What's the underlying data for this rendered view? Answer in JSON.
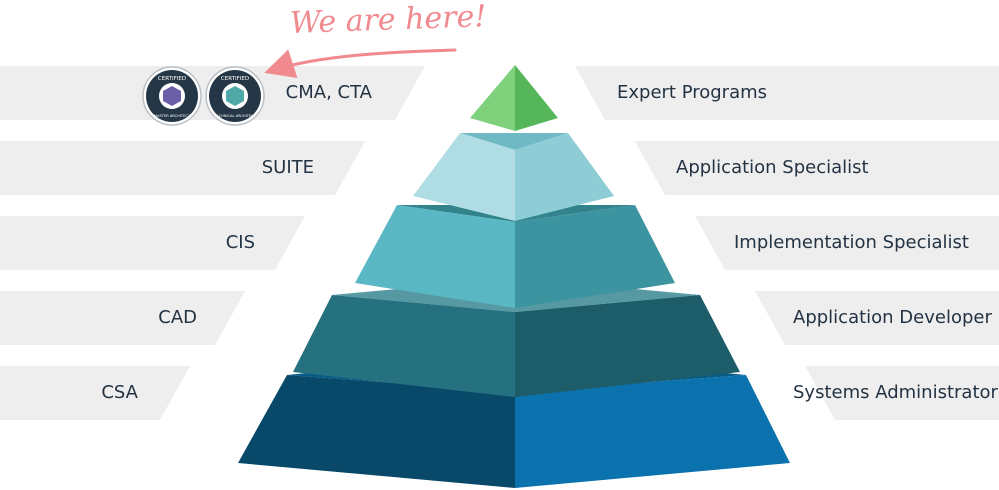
{
  "annotation": {
    "text": "We are here!"
  },
  "colors": {
    "band": "#eeeeee",
    "annotation": "#f08a8f",
    "text": "#233343",
    "badge_dark": "#253746",
    "badge_purple": "#6c5fa8",
    "badge_teal": "#4fa9a8"
  },
  "badges": [
    {
      "name": "master-architect-badge",
      "top_text": "CERTIFIED",
      "bottom_text": "MASTER ARCHITECT",
      "emblem_color": "#6c5fa8"
    },
    {
      "name": "technical-architect-badge",
      "top_text": "CERTIFIED",
      "bottom_text": "TECHNICAL ARCHITECT",
      "emblem_color": "#4fa9a8"
    }
  ],
  "levels": [
    {
      "left_label": "CMA, CTA",
      "right_label": "Expert Programs",
      "left_color": "#7fd17c",
      "right_color": "#56b75a"
    },
    {
      "left_label": "SUITE",
      "right_label": "Application Specialist",
      "left_color": "#b0dde4",
      "right_color": "#8ecdd6",
      "top_color": "#6fb9c5"
    },
    {
      "left_label": "CIS",
      "right_label": "Implementation Specialist",
      "left_color": "#5ab7c4",
      "right_color": "#3b949f",
      "top_color": "#33838d"
    },
    {
      "left_label": "CAD",
      "right_label": "Application Developer",
      "left_color": "#25717f",
      "right_color": "#1d5d6a",
      "top_color": "#5799a3"
    },
    {
      "left_label": "CSA",
      "right_label": "Systems Administrator",
      "left_color": "#08496a",
      "right_color": "#0c72ad",
      "top_color": "#075b87"
    }
  ]
}
